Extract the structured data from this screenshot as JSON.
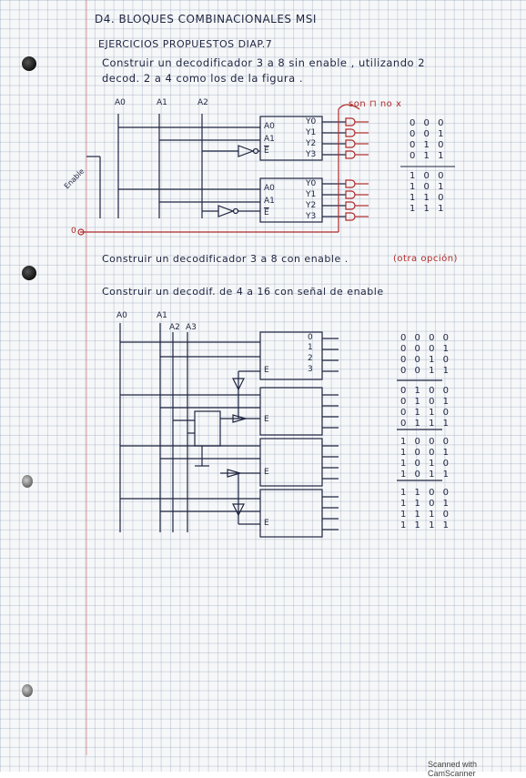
{
  "heading": {
    "title": "D4. BLOQUES COMBINACIONALES MSI",
    "subtitle": "EJERCICIOS PROPUESTOS DIAP.7"
  },
  "exercise1": {
    "line1": "Construir un decodificador 3 a 8 sin enable , utilizando 2",
    "line2": "decod. 2 a 4 como los de la figura .",
    "red_note": "son ⊓ no x",
    "side_label": "Enable",
    "inputs": [
      "A0",
      "A1",
      "A2"
    ],
    "dec_inputs": [
      "A0",
      "A1",
      "E"
    ],
    "dec_outputs": [
      "Y0",
      "Y1",
      "Y2",
      "Y3"
    ],
    "truth_table": [
      "0 0 0",
      "0 0 1",
      "0 1 0",
      "0 1 1",
      "1 0 0",
      "1 0 1",
      "1 1 0",
      "1 1 1"
    ],
    "zero_label": "0"
  },
  "exercise2": {
    "text": "Construir un decodificador 3 a 8 con enable .",
    "red_note": "(otra opción)"
  },
  "exercise3": {
    "text": "Construir un decodif. de 4 a 16 con señal de enable",
    "inputs": [
      "A0",
      "A1",
      "A2",
      "A3"
    ],
    "block_outputs": [
      "0",
      "1",
      "2",
      "3"
    ],
    "enable_label": "E",
    "truth_table": [
      "0 0 0 0",
      "0 0 0 1",
      "0 0 1 0",
      "0 0 1 1",
      "0 1 0 0",
      "0 1 0 1",
      "0 1 1 0",
      "0 1 1 1",
      "1 0 0 0",
      "1 0 0 1",
      "1 0 1 0",
      "1 0 1 1",
      "1 1 0 0",
      "1 1 0 1",
      "1 1 1 0",
      "1 1 1 1"
    ]
  },
  "footer": "Scanned with CamScanner",
  "colors": {
    "ink": "#1e2440",
    "red_ink": "#b02a2a",
    "grid": "#8c9ab0"
  }
}
